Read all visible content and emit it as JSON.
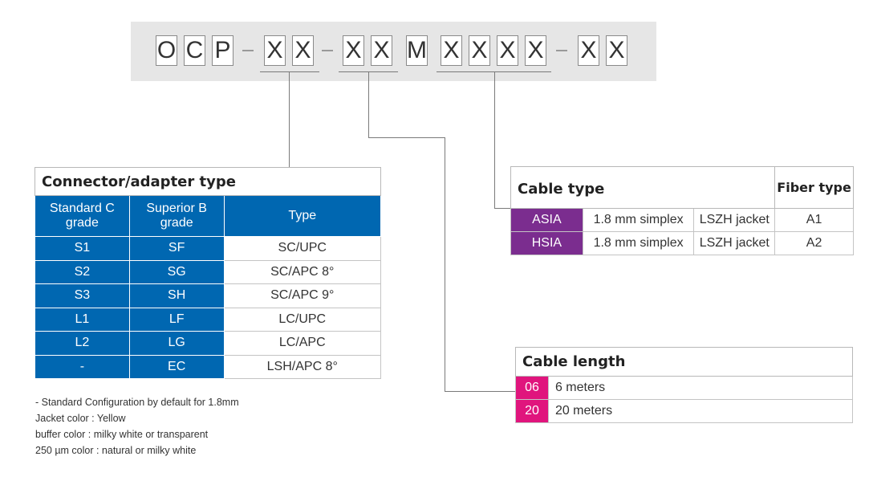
{
  "part_code": {
    "chars": [
      "O",
      "C",
      "P",
      "X",
      "X",
      "X",
      "X",
      "M",
      "X",
      "X",
      "X",
      "X",
      "X",
      "X"
    ],
    "separator": "–"
  },
  "connector_table": {
    "title": "Connector/adapter type",
    "headers": [
      "Standard C grade",
      "Superior B grade",
      "Type"
    ],
    "rows": [
      {
        "standard": "S1",
        "superior": "SF",
        "type": "SC/UPC"
      },
      {
        "standard": "S2",
        "superior": "SG",
        "type": "SC/APC 8°"
      },
      {
        "standard": "S3",
        "superior": "SH",
        "type": "SC/APC 9°"
      },
      {
        "standard": "L1",
        "superior": "LF",
        "type": "LC/UPC"
      },
      {
        "standard": "L2",
        "superior": "LG",
        "type": "LC/APC"
      },
      {
        "standard": "-",
        "superior": "EC",
        "type": "LSH/APC 8°"
      }
    ]
  },
  "cable_type_table": {
    "title": "Cable type",
    "fiber_header": "Fiber type",
    "rows": [
      {
        "code": "ASIA",
        "size": "1.8 mm simplex",
        "jacket": "LSZH jacket",
        "fiber": "A1"
      },
      {
        "code": "HSIA",
        "size": "1.8 mm simplex",
        "jacket": "LSZH jacket",
        "fiber": "A2"
      }
    ]
  },
  "cable_length_table": {
    "title": "Cable length",
    "rows": [
      {
        "code": "06",
        "label": "6 meters"
      },
      {
        "code": "20",
        "label": "20 meters"
      }
    ]
  },
  "notes": [
    "- Standard Configuration by default for 1.8mm",
    "Jacket color : Yellow",
    "buffer color : milky white or transparent",
    "250 µm color : natural or milky white"
  ],
  "colors": {
    "connector_blue": "#0067b1",
    "cable_type_purple": "#7b2d8f",
    "cable_length_magenta": "#e0157d",
    "code_bar_gray": "#e6e6e6"
  }
}
